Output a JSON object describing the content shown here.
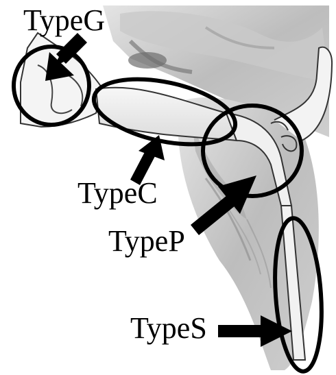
{
  "labels": {
    "type_g": "TypeG",
    "type_c": "TypeC",
    "type_p": "TypeP",
    "type_s": "TypeS"
  },
  "colors": {
    "outline": "#000000",
    "arrow": "#000000",
    "tissue_light": "#d6d6d6",
    "tissue_mid": "#b4b4b4",
    "tissue_dark": "#8a8a8a",
    "tube_fill": "#f2f2f2"
  }
}
